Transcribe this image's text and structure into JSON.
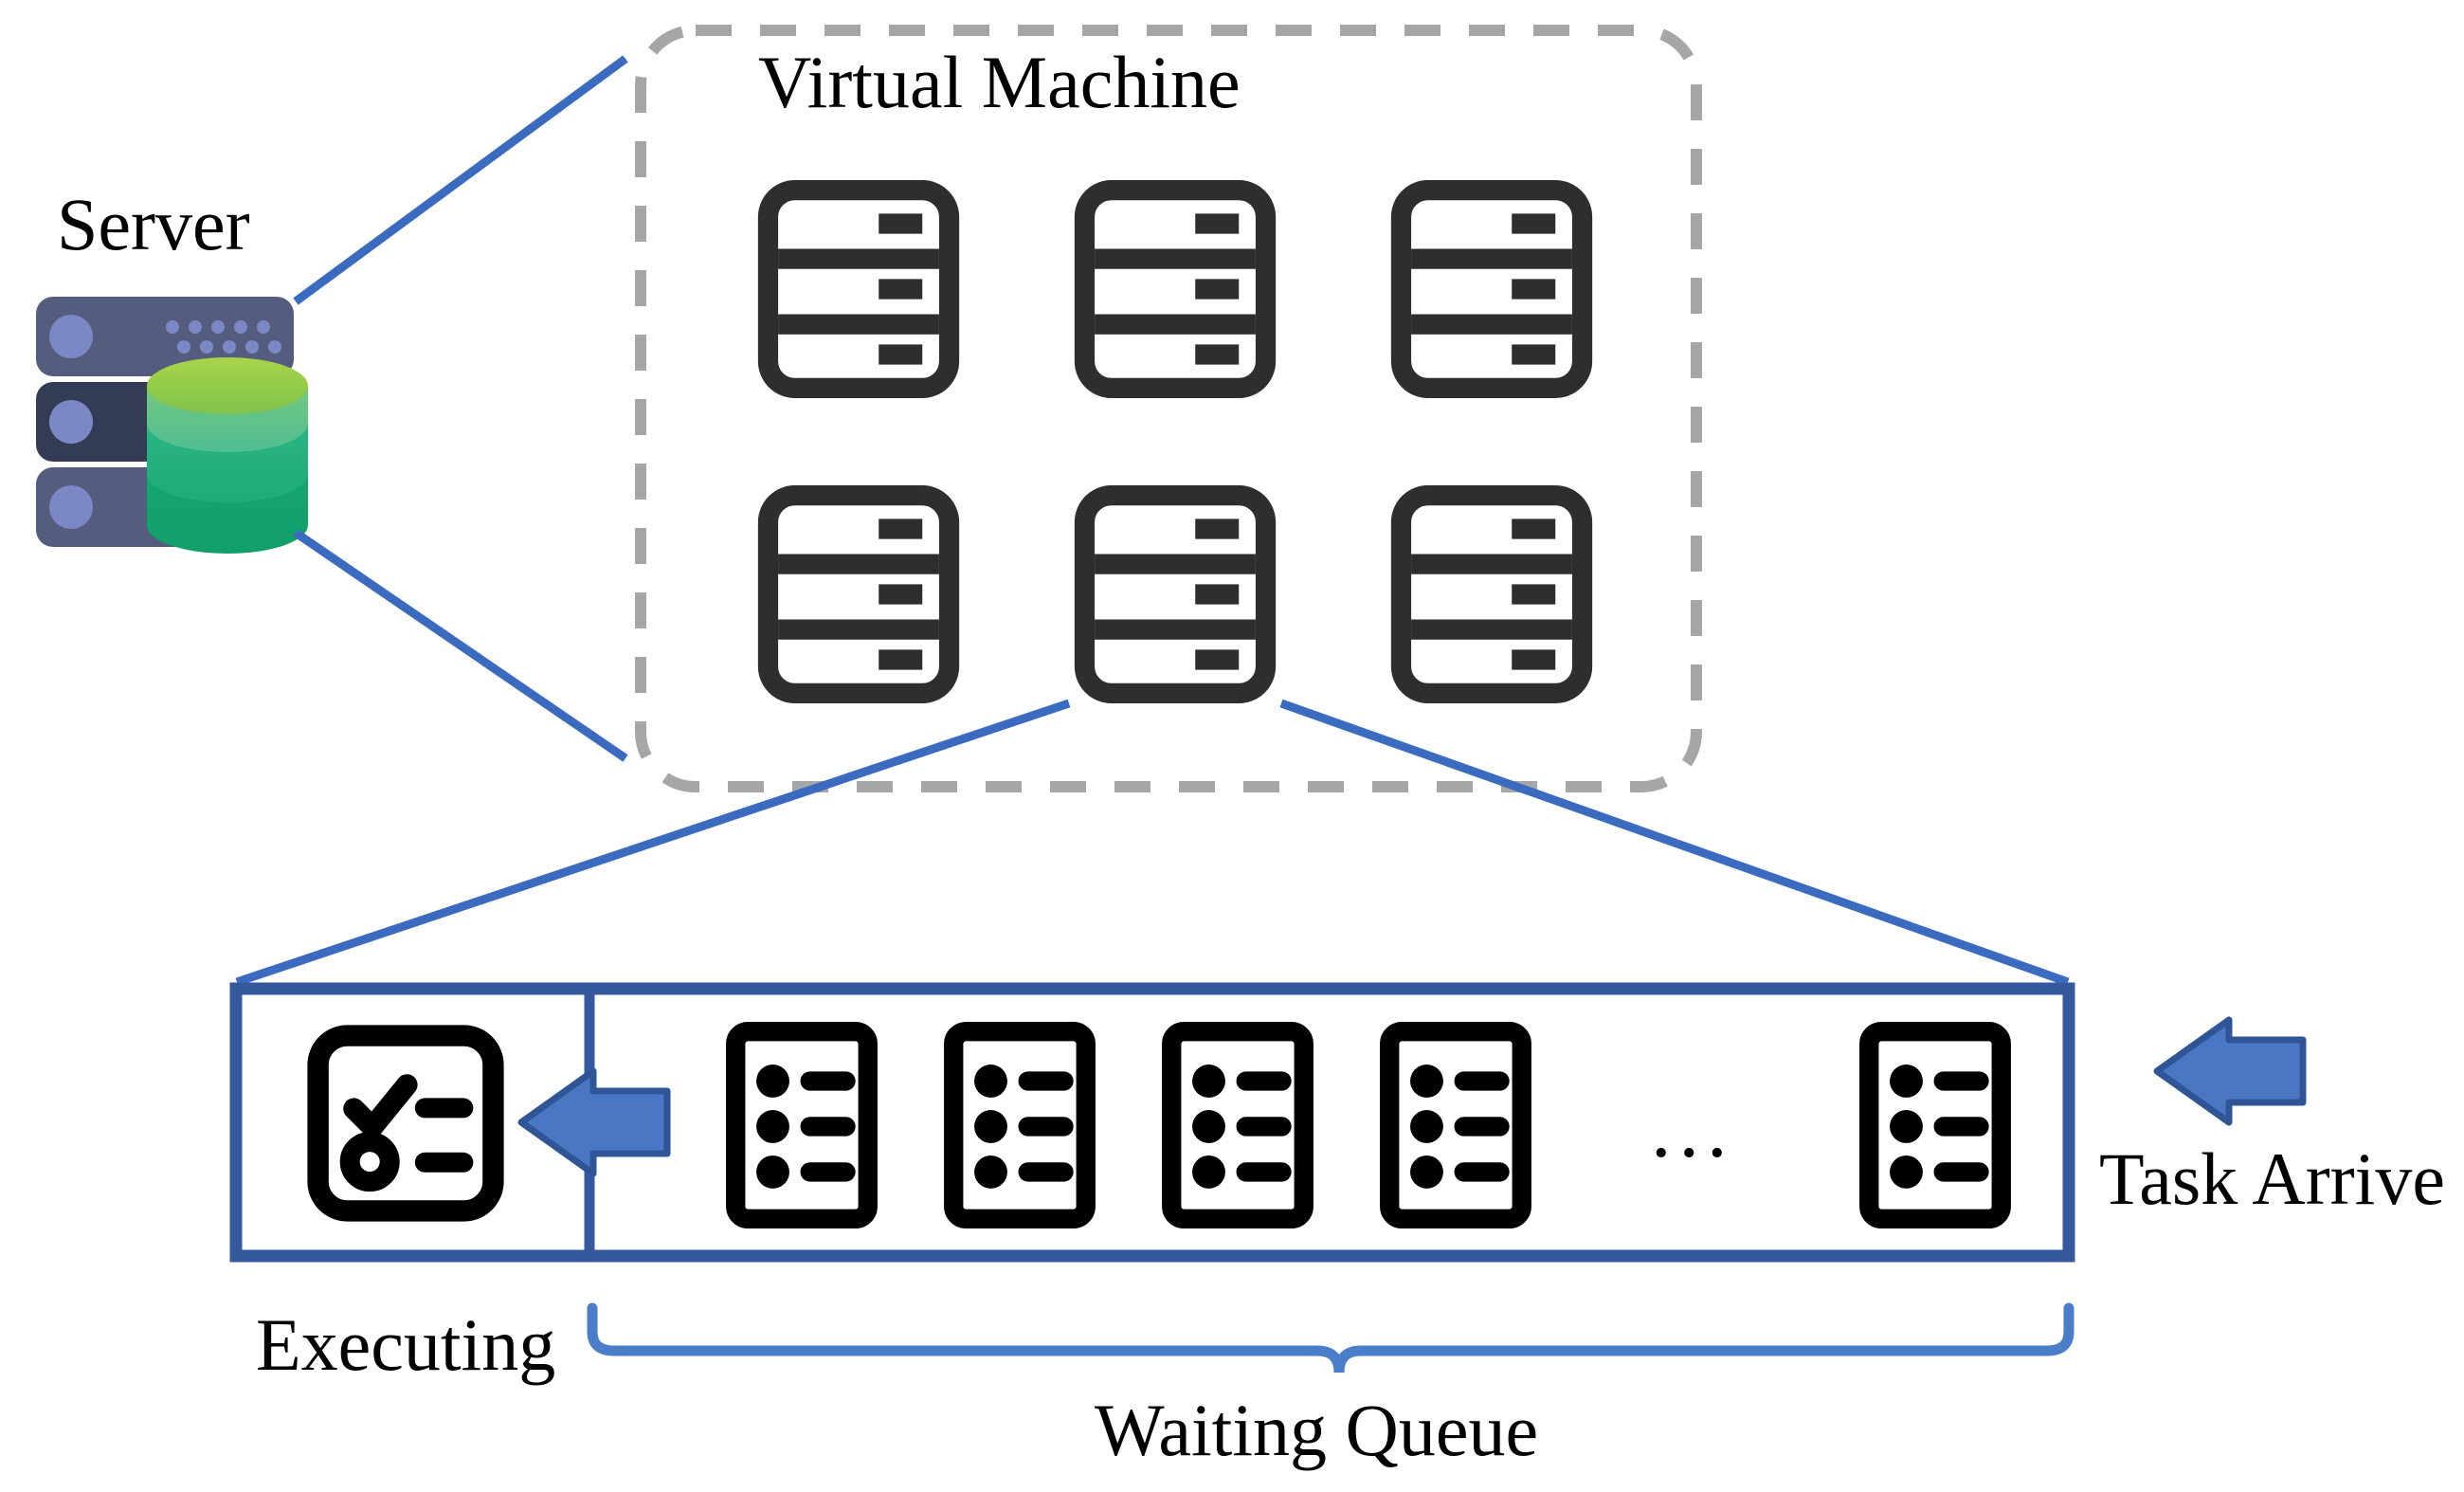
{
  "diagram": {
    "title_server": "Server",
    "title_vm": "Virtual Machine",
    "label_task_arrive": "Task Arrive",
    "label_executing": "Executing",
    "label_waiting_queue": "Waiting Queue",
    "ellipsis": "..."
  },
  "colors": {
    "connector_blue": "#3A6BBF",
    "queue_border_blue": "#36589E",
    "arrow_fill": "#4A77C4",
    "arrow_stroke": "#2F5597",
    "brace_blue": "#4A7EC8",
    "vm_dash_gray": "#A6A6A6",
    "vm_icon_dark": "#2E2E2E",
    "task_icon_black": "#000000",
    "server_rack_light": "#555D7E",
    "server_rack_dark": "#343B55",
    "server_dot": "#7C88C6",
    "db_top": "#8CC63F",
    "db_mid": "#57C08A",
    "db_low": "#21A971",
    "db_bottom": "#12A06A"
  },
  "virtual_machines": {
    "count": 6,
    "rows": 2,
    "cols": 3,
    "icon_name": "server-rack-icon",
    "icon_rows_per_unit": 3
  },
  "queue": {
    "executing_slot_icon": "checklist-icon",
    "waiting_tasks_visible": 5,
    "task_icon": "task-document-icon",
    "task_bullets_per_icon": 3,
    "has_ellipsis_gap": true
  }
}
